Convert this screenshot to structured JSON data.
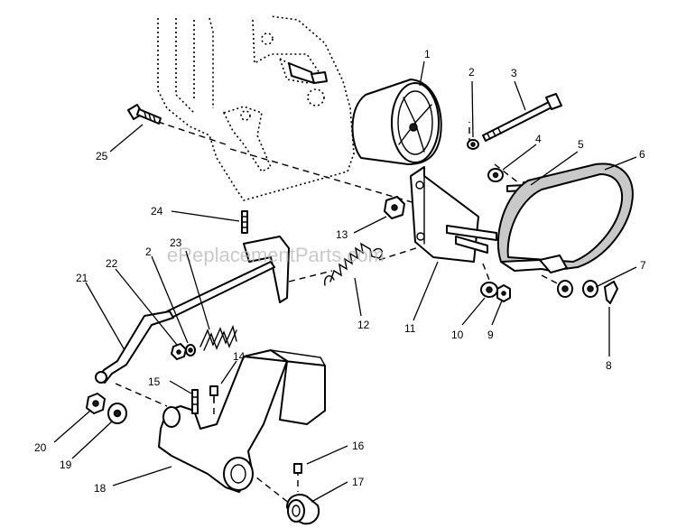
{
  "watermark": "eReplacementParts.com",
  "callouts": {
    "c1": "1",
    "c2a": "2",
    "c2b": "2",
    "c3": "3",
    "c4": "4",
    "c5": "5",
    "c6": "6",
    "c7": "7",
    "c8": "8",
    "c9": "9",
    "c10": "10",
    "c11": "11",
    "c12": "12",
    "c13": "13",
    "c14": "14",
    "c15": "15",
    "c16": "16",
    "c17": "17",
    "c18": "18",
    "c19": "19",
    "c20": "20",
    "c21": "21",
    "c22": "22",
    "c23": "23",
    "c24": "24",
    "c25": "25"
  }
}
